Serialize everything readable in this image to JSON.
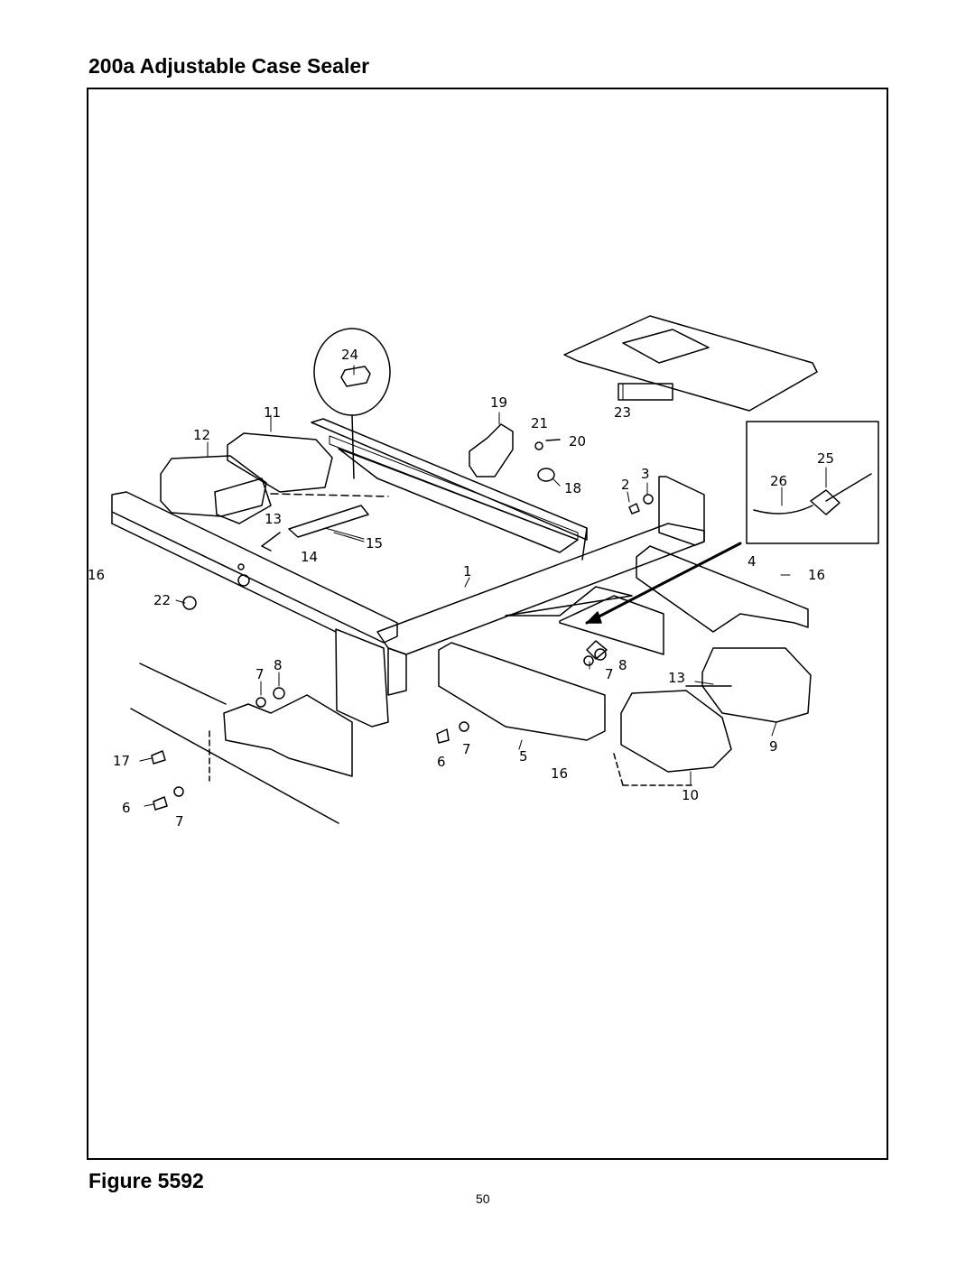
{
  "document": {
    "title": "200a Adjustable Case Sealer",
    "figure_caption": "Figure 5592",
    "page_number": "50"
  },
  "diagram": {
    "callouts": [
      "24",
      "19",
      "21",
      "20",
      "23",
      "11",
      "12",
      "18",
      "2",
      "3",
      "25",
      "26",
      "13",
      "14",
      "15",
      "16",
      "1",
      "4",
      "16",
      "22",
      "7",
      "8",
      "8",
      "7",
      "13",
      "9",
      "17",
      "6",
      "7",
      "5",
      "16",
      "10",
      "6",
      "7"
    ]
  }
}
